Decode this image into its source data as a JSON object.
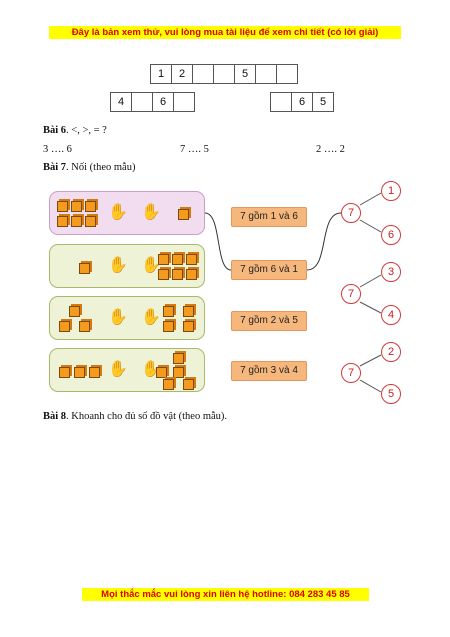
{
  "header": {
    "note": "Đây là bản xem thử, vui lòng mua tài liệu để xem chi tiết (có lời giải)"
  },
  "top_boxes": {
    "row1": [
      "1",
      "2",
      "",
      "",
      "5",
      "",
      ""
    ],
    "row2_left": [
      "4",
      "",
      "6",
      ""
    ],
    "row2_right": [
      "",
      "6",
      "5"
    ]
  },
  "exercise6": {
    "title_bold": "Bài 6",
    "title_rest": ". <, >, = ?",
    "items": [
      "3 …. 6",
      "7 …. 5",
      "2 …. 2"
    ]
  },
  "exercise7": {
    "title_bold": "Bài 7",
    "title_rest": ". Nối (theo mẫu)",
    "labels": [
      "7 gồm 1 và 6",
      "7 gồm 6 và 1",
      "7 gồm 2 và 5",
      "7 gồm 3 và 4"
    ],
    "trees": [
      {
        "top": "1",
        "root": "7",
        "bottom": "6"
      },
      {
        "top": "3",
        "root": "7",
        "bottom": "4"
      },
      {
        "top": "2",
        "root": "7",
        "bottom": "5"
      }
    ]
  },
  "exercise8": {
    "title_bold": "Bài 8",
    "title_rest": ". Khoanh cho đủ số đồ vật (theo mẫu)."
  },
  "footer": {
    "note": "Mọi thắc mắc vui lòng xin liên hệ hotline: 084 283 45 85"
  },
  "colors": {
    "note_bg": "#ffff00",
    "note_text": "#e00000",
    "cube": "#f39a1f",
    "label": "#f6b77d",
    "circle": "#d13a3a"
  }
}
